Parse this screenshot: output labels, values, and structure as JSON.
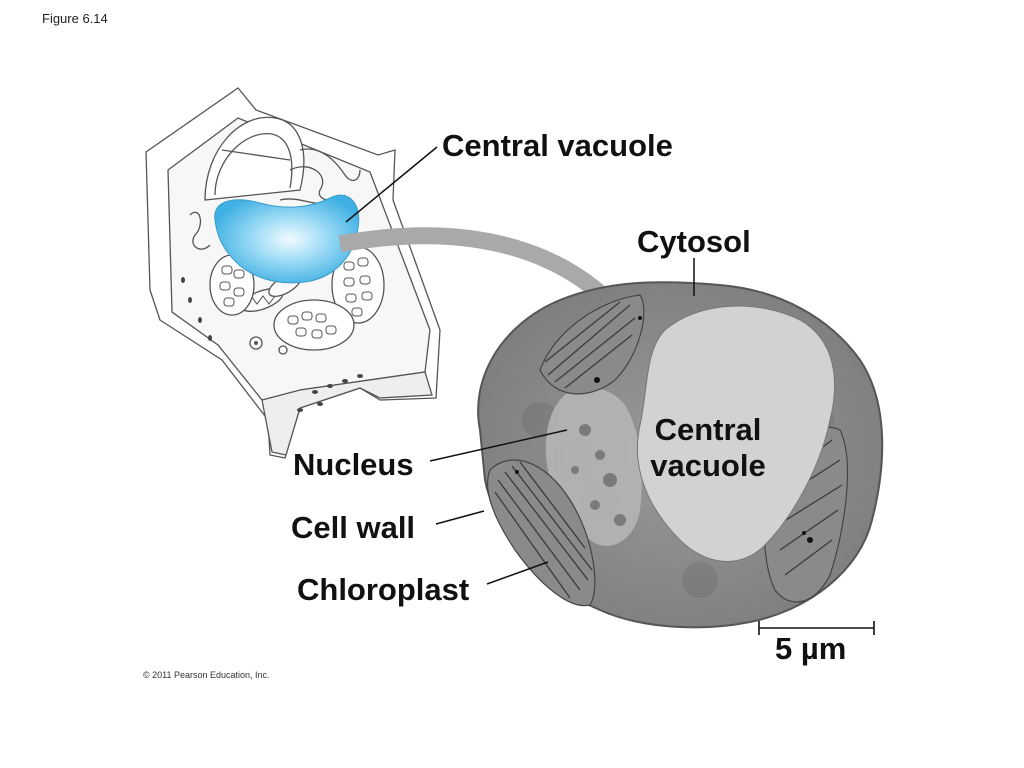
{
  "figure_label": "Figure 6.14",
  "labels": {
    "central_vacuole": "Central vacuole",
    "cytosol": "Cytosol",
    "nucleus": "Nucleus",
    "cell_wall": "Cell wall",
    "chloroplast": "Chloroplast",
    "micrograph_vacuole_line1": "Central",
    "micrograph_vacuole_line2": "vacuole",
    "scale_bar": "5 µm"
  },
  "copyright": "© 2011 Pearson Education, Inc.",
  "colors": {
    "vacuole_blue": "#5cbfe8",
    "arrow_gray": "#a9a9ab",
    "micrograph_gray": "#8f8f8f",
    "micrograph_vacuole": "#d2d2d2"
  }
}
